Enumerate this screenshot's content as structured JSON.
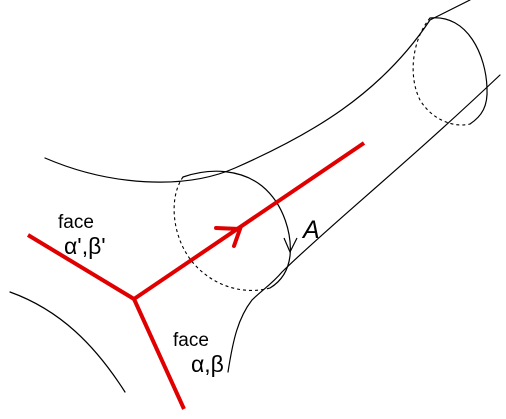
{
  "colors": {
    "graph_edge": "#e00000",
    "outline": "#000000",
    "background": "#ffffff"
  },
  "labels": {
    "upper_face_word": "face",
    "upper_face_indices": "α',β'",
    "lower_face_word": "face",
    "lower_face_indices": "α,β",
    "loop": "A"
  },
  "icons": {
    "edge_orientation": "arrowhead-icon",
    "loop_orientation": "arrowhead-icon"
  }
}
